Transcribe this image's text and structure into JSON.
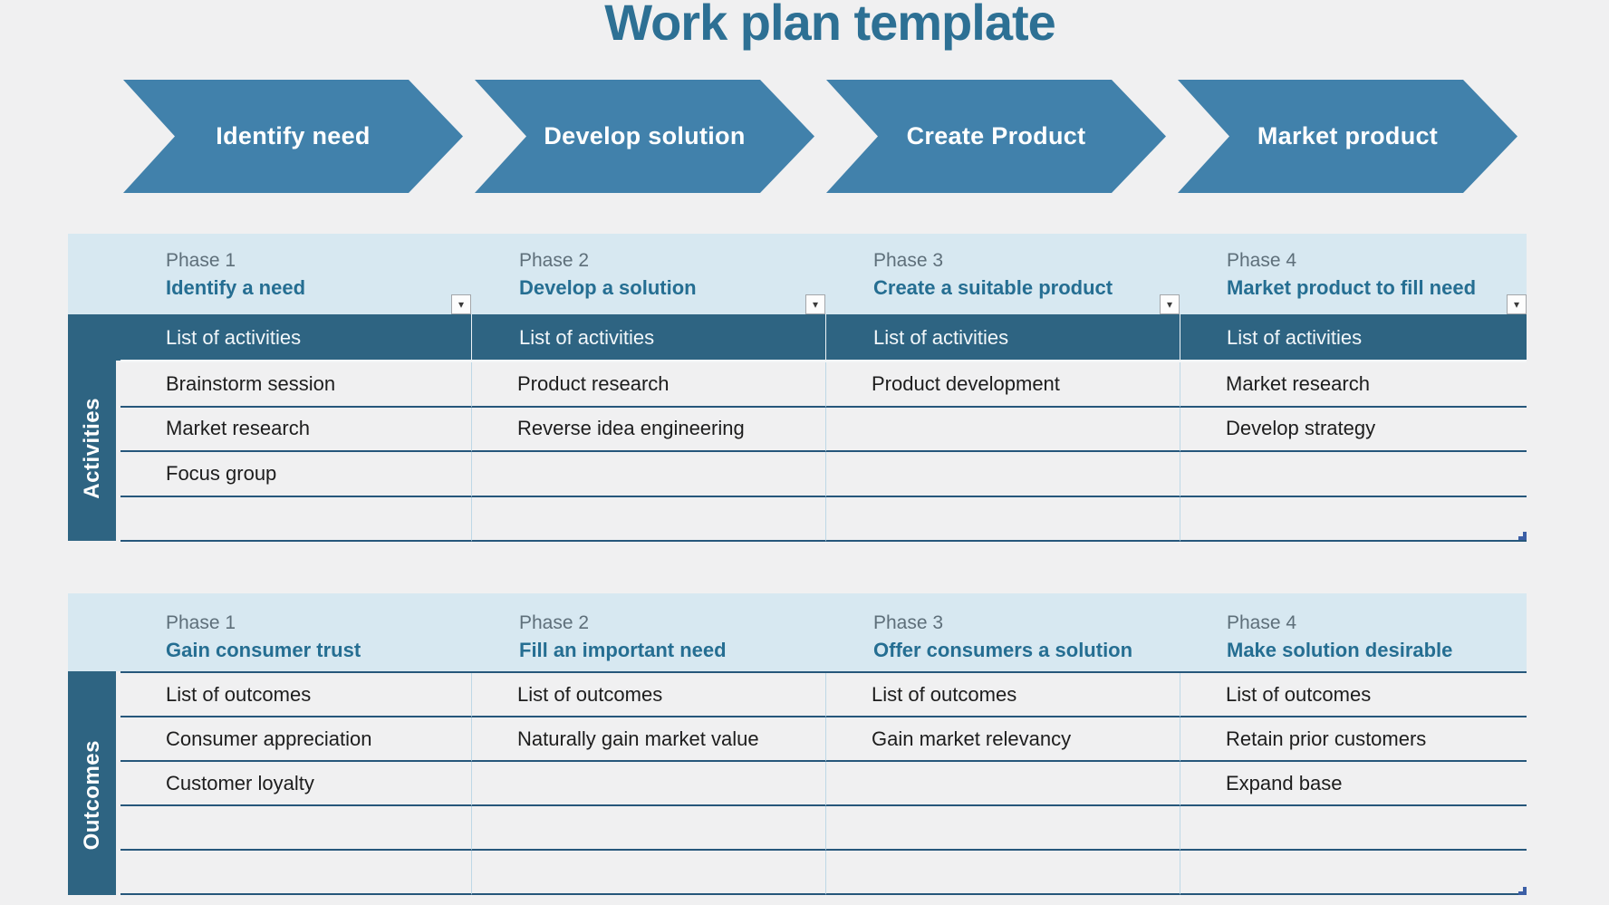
{
  "page": {
    "title": "Work plan template"
  },
  "icons": {
    "dropdown_arrow": "▾"
  },
  "process_arrows": [
    {
      "label": "Identify need"
    },
    {
      "label": "Develop solution"
    },
    {
      "label": "Create Product"
    },
    {
      "label": "Market product"
    }
  ],
  "activities_table": {
    "sidebar_label": "Activities",
    "phases": [
      {
        "label": "Phase 1",
        "name": "Identify a need"
      },
      {
        "label": "Phase 2",
        "name": "Develop a solution"
      },
      {
        "label": "Phase 3",
        "name": "Create a suitable product"
      },
      {
        "label": "Phase 4",
        "name": "Market product to fill need"
      }
    ],
    "list_headers": [
      "List of activities",
      "List of activities",
      "List of activities",
      "List of activities"
    ],
    "rows": [
      [
        "Brainstorm session",
        "Product research",
        "Product development",
        "Market research"
      ],
      [
        "Market research",
        "Reverse idea engineering",
        "",
        "Develop strategy"
      ],
      [
        "Focus group",
        "",
        "",
        ""
      ],
      [
        "",
        "",
        "",
        ""
      ]
    ]
  },
  "outcomes_table": {
    "sidebar_label": "Outcomes",
    "phases": [
      {
        "label": "Phase 1",
        "name": "Gain consumer trust"
      },
      {
        "label": "Phase 2",
        "name": "Fill an important need"
      },
      {
        "label": "Phase 3",
        "name": "Offer consumers a solution"
      },
      {
        "label": "Phase 4",
        "name": "Make solution desirable"
      }
    ],
    "rows": [
      [
        "List of outcomes",
        "List of outcomes",
        "List of outcomes",
        "List of outcomes"
      ],
      [
        "Consumer appreciation",
        "Naturally gain market value",
        "Gain market relevancy",
        "Retain prior customers"
      ],
      [
        "Customer loyalty",
        "",
        "",
        "Expand base"
      ],
      [
        "",
        "",
        "",
        ""
      ],
      [
        "",
        "",
        "",
        ""
      ]
    ]
  },
  "colors": {
    "accent_blue": "#4181ab",
    "dark_teal": "#2e6482",
    "band_blue": "#d7e8f1",
    "title_teal": "#2d7094",
    "separator_blue": "#26577b",
    "divider_light_blue": "#bed8e6"
  }
}
